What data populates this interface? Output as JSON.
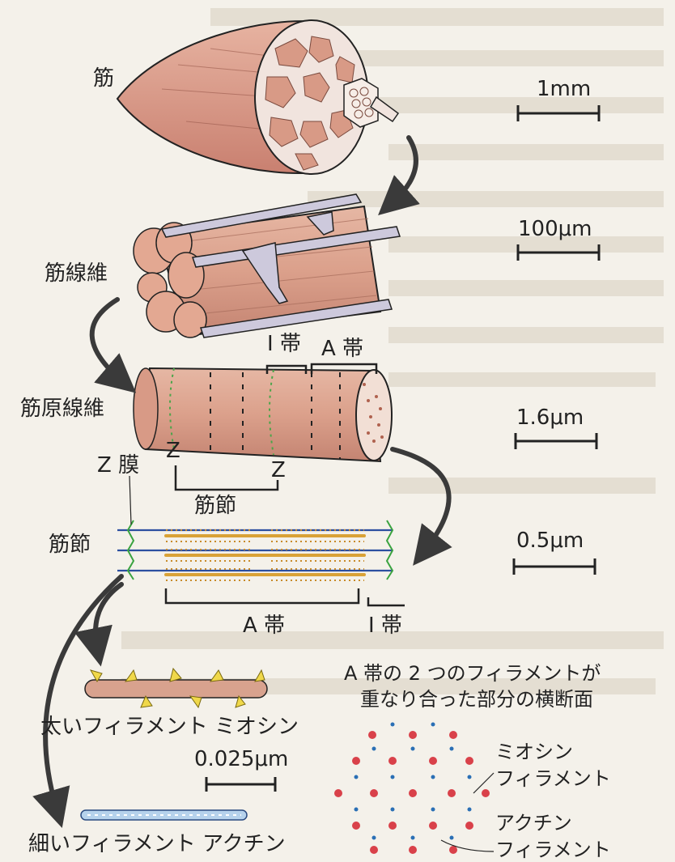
{
  "labels": {
    "muscle": "筋",
    "muscle_fiber": "筋線維",
    "myofibril": "筋原線維",
    "z_membrane": "Z 膜",
    "z1": "Z",
    "z2": "Z",
    "sarcomere_bracket": "筋節",
    "sarcomere": "筋節",
    "i_band_top": "I 帯",
    "a_band_top": "A 帯",
    "a_band_bottom": "A 帯",
    "i_band_bottom": "I 帯",
    "thick_filament": "太いフィラメント ミオシン",
    "thin_filament": "細いフィラメント アクチン",
    "cross_section_title_1": "A 帯の 2 つのフィラメントが",
    "cross_section_title_2": "重なり合った部分の横断面",
    "myosin_filament_1": "ミオシン",
    "myosin_filament_2": "フィラメント",
    "actin_filament_1": "アクチン",
    "actin_filament_2": "フィラメント"
  },
  "scale_bars": [
    {
      "label": "1mm"
    },
    {
      "label": "100μm"
    },
    {
      "label": "1.6μm"
    },
    {
      "label": "0.5μm"
    },
    {
      "label": "0.025μm"
    }
  ],
  "colors": {
    "muscle": "#d89a86",
    "muscle_dark": "#b86e5c",
    "vessel": "#cdc9dc",
    "filament_blue": "#2c4fa0",
    "filament_green": "#3aa340",
    "myosin_gold": "#d9a237",
    "myosin_head": "#f0d84a",
    "dot_red": "#d9414a",
    "dot_blue": "#2a6fb5",
    "arrow": "#3a3a3a"
  }
}
